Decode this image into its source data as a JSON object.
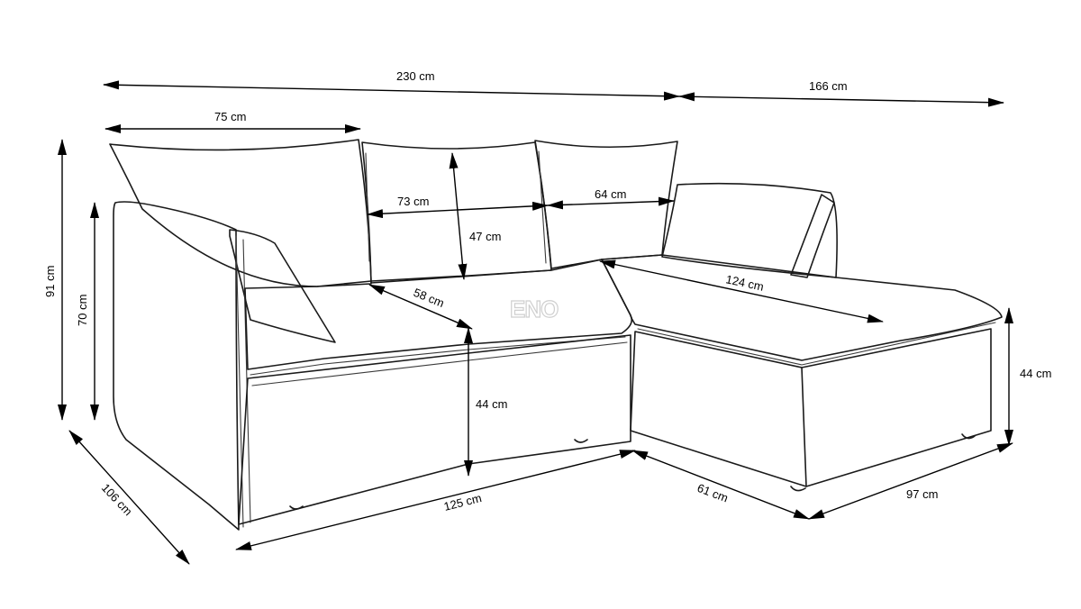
{
  "watermark": "ENO",
  "dimensions": {
    "total_width": "230 cm",
    "chaise_length": "166 cm",
    "armrest_width": "75 cm",
    "total_height": "91 cm",
    "armrest_height": "70 cm",
    "overall_depth": "106 cm",
    "seat_width_1": "73 cm",
    "seat_width_2": "64 cm",
    "backrest_height": "47 cm",
    "seat_depth": "58 cm",
    "chaise_seat_length": "124 cm",
    "seat_height": "44 cm",
    "chaise_height": "44 cm",
    "base_width": "125 cm",
    "chaise_front_width": "61 cm",
    "chaise_side_length": "97 cm"
  }
}
